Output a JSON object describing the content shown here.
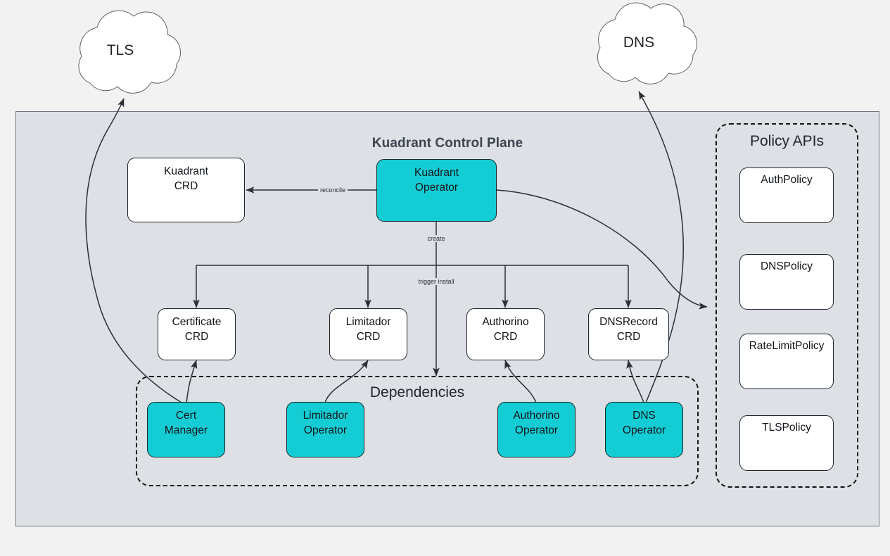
{
  "diagram": {
    "title": "Kuadrant Control Plane",
    "background_color": "#f2f2f2",
    "panel_color": "#dde1e6",
    "accent_color": "#14cdd4",
    "stroke_color": "#1f2328"
  },
  "clouds": [
    {
      "id": "tls",
      "label": "TLS"
    },
    {
      "id": "dns",
      "label": "DNS"
    }
  ],
  "control_plane": {
    "title": "Kuadrant Control Plane",
    "nodes": [
      {
        "id": "kuadrant-crd",
        "line1": "Kuadrant",
        "line2": "CRD",
        "type": "crd"
      },
      {
        "id": "kuadrant-operator",
        "line1": "Kuadrant",
        "line2": "Operator",
        "type": "operator"
      },
      {
        "id": "certificate-crd",
        "line1": "Certificate",
        "line2": "CRD",
        "type": "crd"
      },
      {
        "id": "limitador-crd",
        "line1": "Limitador",
        "line2": "CRD",
        "type": "crd"
      },
      {
        "id": "authorino-crd",
        "line1": "Authorino",
        "line2": "CRD",
        "type": "crd"
      },
      {
        "id": "dnsrecord-crd",
        "line1": "DNSRecord",
        "line2": "CRD",
        "type": "crd"
      }
    ]
  },
  "dependencies": {
    "title": "Dependencies",
    "nodes": [
      {
        "id": "cert-manager",
        "line1": "Cert",
        "line2": "Manager"
      },
      {
        "id": "limitador-operator",
        "line1": "Limitador",
        "line2": "Operator"
      },
      {
        "id": "authorino-operator",
        "line1": "Authorino",
        "line2": "Operator"
      },
      {
        "id": "dns-operator",
        "line1": "DNS",
        "line2": "Operator"
      }
    ]
  },
  "policy_apis": {
    "title": "Policy APIs",
    "items": [
      {
        "id": "authpolicy",
        "label": "AuthPolicy"
      },
      {
        "id": "dnspolicy",
        "label": "DNSPolicy"
      },
      {
        "id": "ratelimitpolicy",
        "label": "RateLimitPolicy"
      },
      {
        "id": "tlspolicy",
        "label": "TLSPolicy"
      }
    ]
  },
  "edge_labels": [
    {
      "id": "reconcile",
      "label": "reconcile"
    },
    {
      "id": "create",
      "label": "create"
    },
    {
      "id": "trigger-install",
      "label": "trigger install"
    }
  ]
}
